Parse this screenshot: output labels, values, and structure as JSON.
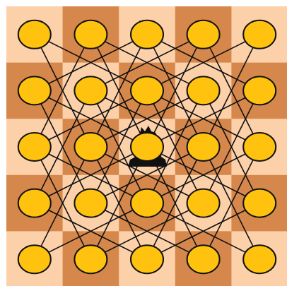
{
  "board": {
    "rows": 5,
    "cols": 5,
    "light_color": "#fcd0a8",
    "dark_color": "#d6884c",
    "border_color": "#ffffff",
    "line_color": "#111111",
    "node_fill": "#ffc20e",
    "node_stroke": "#111111",
    "move_rule": "knight",
    "knight_position": {
      "row": 2,
      "col": 2
    },
    "knight_color": "#111111",
    "knight_icon": "knight-icon"
  }
}
